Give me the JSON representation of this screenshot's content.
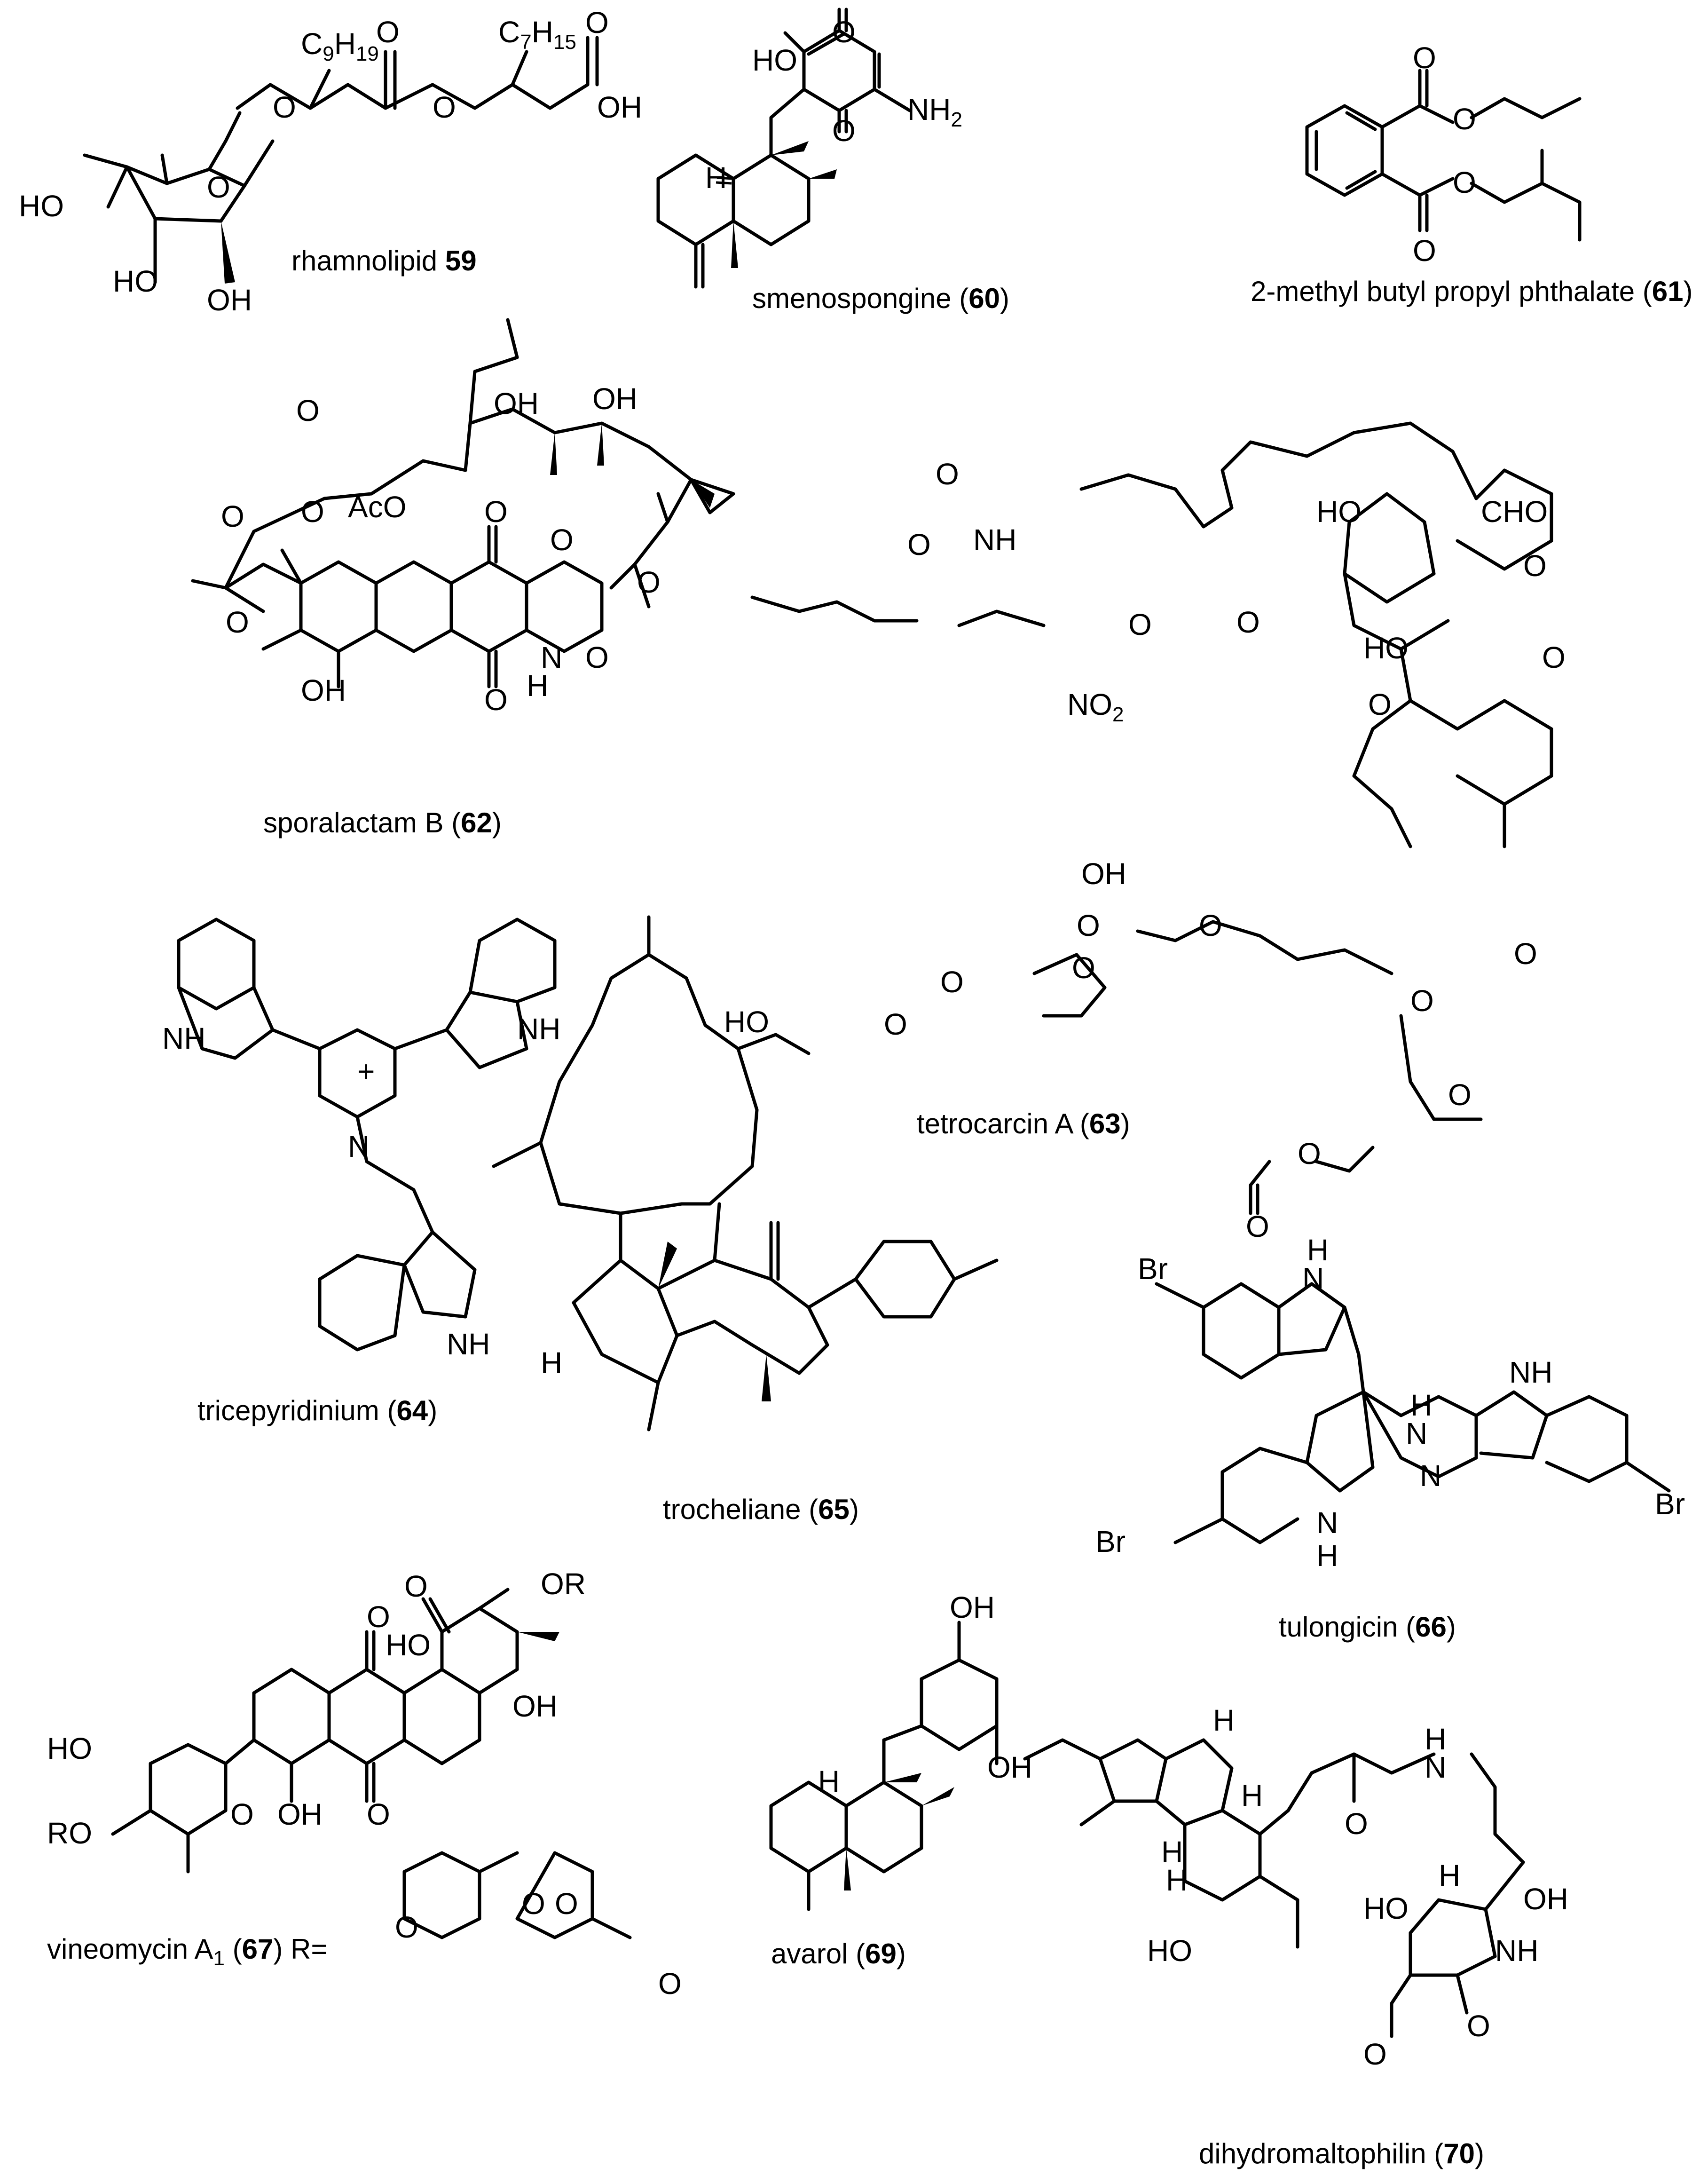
{
  "compounds": [
    {
      "name": "rhamnolipid ",
      "number": "59",
      "wrap": false
    },
    {
      "name": "smenospongine (",
      "number": "60",
      "wrap": true
    },
    {
      "name": "2-methyl butyl propyl phthalate (",
      "number": "61",
      "wrap": true
    },
    {
      "name": "sporalactam B (",
      "number": "62",
      "wrap": true
    },
    {
      "name": "tetrocarcin A (",
      "number": "63",
      "wrap": true
    },
    {
      "name": "tricepyridinium (",
      "number": "64",
      "wrap": true
    },
    {
      "name": "trocheliane (",
      "number": "65",
      "wrap": true
    },
    {
      "name": "tulongicin (",
      "number": "66",
      "wrap": true
    },
    {
      "name": "vineomycin A",
      "subscript": "1",
      "number": "67",
      "wrap": true,
      "suffix": " R="
    },
    {
      "name": "avarol (",
      "number": "69",
      "wrap": true
    },
    {
      "name": "dihydromaltophilin (",
      "number": "70",
      "wrap": true
    }
  ],
  "atom_labels": {
    "c9h19": "C9H19",
    "c7h15": "C7H15",
    "o": "O",
    "oh": "OH",
    "ho": "HO",
    "nh2": "NH2",
    "h": "H",
    "aco": "AcO",
    "nh": "NH",
    "hn": "HN",
    "n": "N",
    "no2": "NO2",
    "cho": "CHO",
    "br": "Br",
    "or": "OR",
    "ro": "RO",
    "plus": "+"
  }
}
